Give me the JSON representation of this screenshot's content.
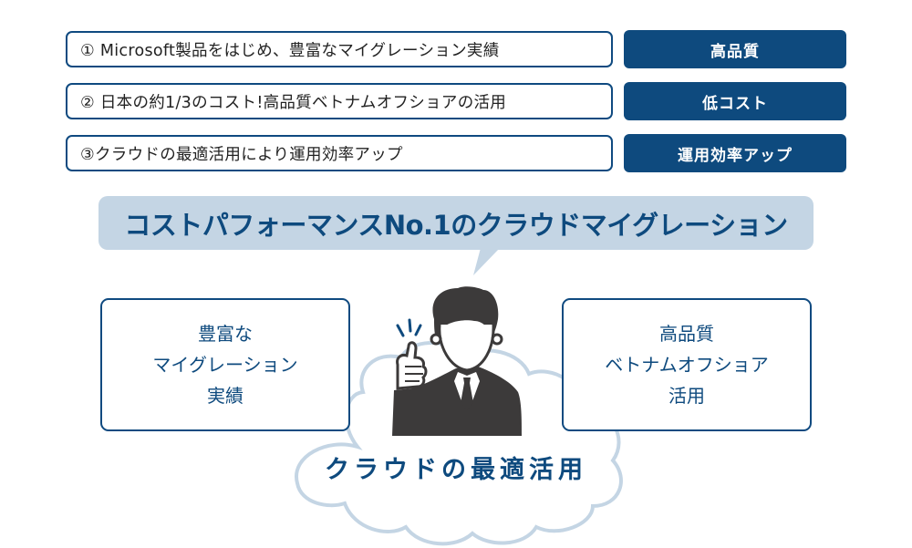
{
  "colors": {
    "navy": "#0e4a7e",
    "bubble_bg": "#c4d5e4",
    "cloud_stroke": "#c4d5e4",
    "person": "#3c3a3a"
  },
  "features": [
    {
      "text": "① Microsoft製品をはじめ、豊富なマイグレーション実績",
      "tag": "高品質"
    },
    {
      "text": "② 日本の約1/3のコスト!高品質ベトナムオフショアの活用",
      "tag": "低コスト"
    },
    {
      "text": "③クラウドの最適活用により運用効率アップ",
      "tag": "運用効率アップ"
    }
  ],
  "headline": "コストパフォーマンスNo.1のクラウドマイグレーション",
  "left_box": {
    "lines": [
      "豊富な",
      "マイグレーション",
      "実績"
    ]
  },
  "right_box": {
    "lines": [
      "高品質",
      "ベトナムオフショア",
      "活用"
    ]
  },
  "cloud_label": "クラウドの最適活用",
  "icons": {
    "person": "businessman-thumbs-up-icon",
    "cloud": "cloud-icon"
  }
}
